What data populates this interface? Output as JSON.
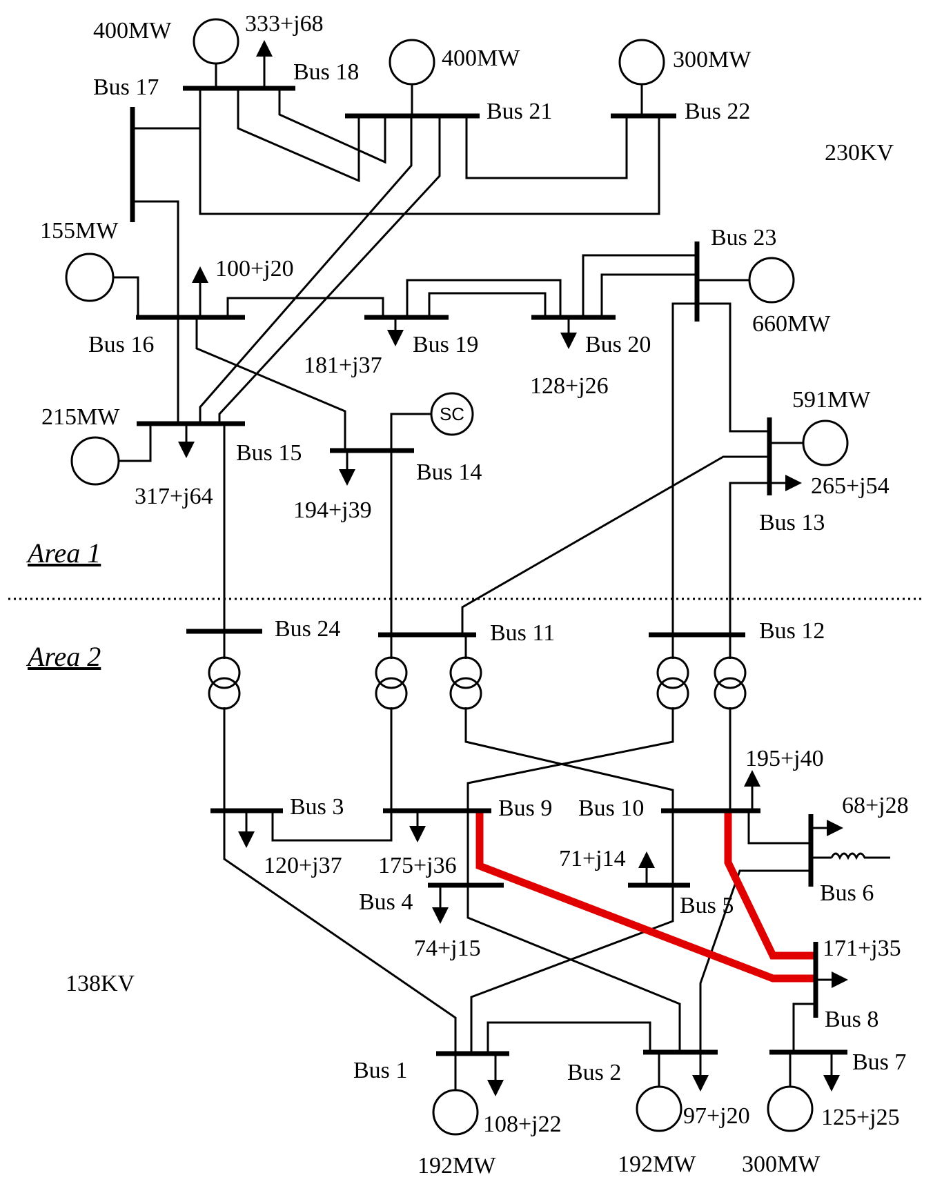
{
  "voltage_levels": {
    "high": "230KV",
    "low": "138KV"
  },
  "areas": {
    "area1": "Area 1",
    "area2": "Area 2"
  },
  "buses": {
    "b1": "Bus 1",
    "b2": "Bus 2",
    "b3": "Bus 3",
    "b4": "Bus 4",
    "b5": "Bus 5",
    "b6": "Bus 6",
    "b7": "Bus 7",
    "b8": "Bus 8",
    "b9": "Bus 9",
    "b10": "Bus 10",
    "b11": "Bus 11",
    "b12": "Bus 12",
    "b13": "Bus 13",
    "b14": "Bus 14",
    "b15": "Bus 15",
    "b16": "Bus 16",
    "b17": "Bus 17",
    "b18": "Bus 18",
    "b19": "Bus 19",
    "b20": "Bus 20",
    "b21": "Bus 21",
    "b22": "Bus 22",
    "b23": "Bus 23",
    "b24": "Bus 24"
  },
  "generators": {
    "g18": "400MW",
    "g21": "400MW",
    "g22": "300MW",
    "g16": "155MW",
    "g23": "660MW",
    "g13": "591MW",
    "g15": "215MW",
    "g1": "192MW",
    "g2": "192MW",
    "g7": "300MW"
  },
  "loads": {
    "l18": "333+j68",
    "l16": "100+j20",
    "l19": "181+j37",
    "l20": "128+j26",
    "l15": "317+j64",
    "l14": "194+j39",
    "l13": "265+j54",
    "l10": "195+j40",
    "l6": "68+j28",
    "l3": "120+j37",
    "l9": "175+j36",
    "l5": "71+j14",
    "l4": "74+j15",
    "l8": "171+j35",
    "l1": "108+j22",
    "l2": "97+j20",
    "l7": "125+j25"
  },
  "synchronous_condenser": "SC",
  "highlight_color": "#e00000"
}
